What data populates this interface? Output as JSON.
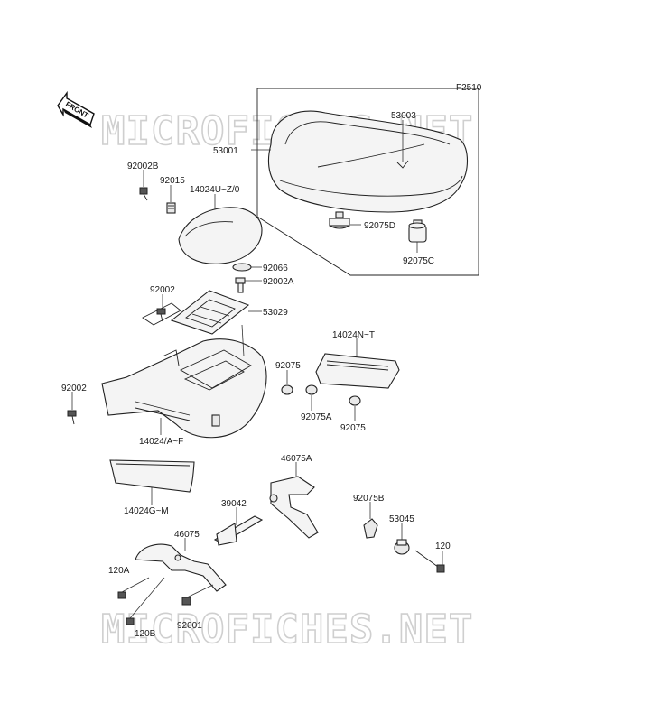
{
  "figure_code": "F2510",
  "front_arrow_label": "FRONT",
  "watermark": "MICROFICHES.NET",
  "labels": [
    "53003",
    "53001",
    "92002B",
    "92015",
    "14024U~Z/0",
    "92075D",
    "92075C",
    "92066",
    "92002A",
    "92002",
    "53029",
    "14024N~T",
    "92075",
    "92002",
    "92075A",
    "92075",
    "14024/A~F",
    "46075A",
    "14024G~M",
    "39042",
    "92075B",
    "53045",
    "46075",
    "120",
    "120A",
    "120B",
    "92001"
  ]
}
